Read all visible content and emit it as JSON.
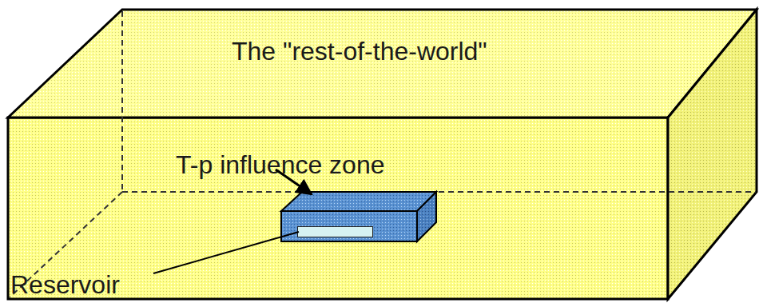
{
  "diagram": {
    "nodes": [
      {
        "text": [
          "The \"rest-of-the-world\""
        ]
      },
      {
        "text": [
          "T-p influence zone"
        ],
        "in": 0
      },
      {
        "text": [
          "Reservoir"
        ],
        "in": 1
      }
    ]
  }
}
